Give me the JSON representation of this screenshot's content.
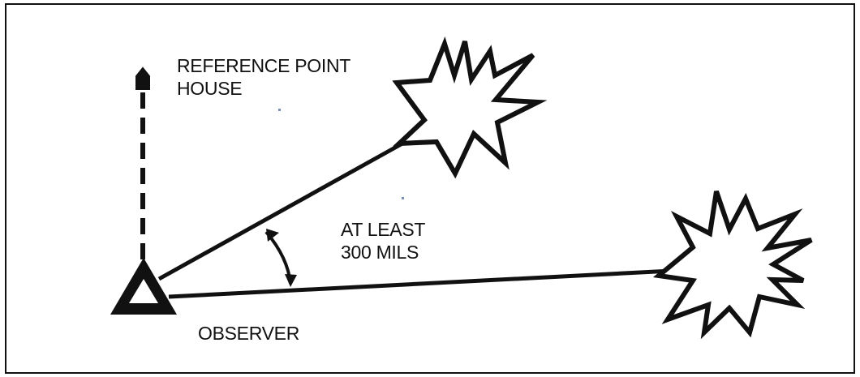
{
  "diagram": {
    "labels": {
      "reference_line1": "REFERENCE POINT",
      "reference_line2": "HOUSE",
      "angle_line1": "AT LEAST",
      "angle_line2": "300 MILS",
      "observer": "OBSERVER"
    },
    "icons": {
      "observer": "triangle-icon",
      "reference_point": "house-icon",
      "burst_upper": "burst-icon",
      "burst_lower": "burst-icon",
      "angle": "double-headed-arc-arrow-icon"
    },
    "colors": {
      "ink": "#111111",
      "background": "#ffffff"
    }
  }
}
